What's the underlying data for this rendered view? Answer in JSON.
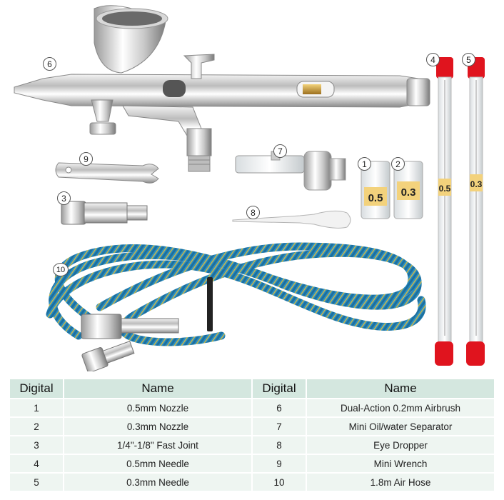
{
  "markers": [
    "1",
    "2",
    "3",
    "4",
    "5",
    "6",
    "7",
    "8",
    "9",
    "10"
  ],
  "tube_labels": {
    "needle_05": "0.5",
    "needle_03": "0.3",
    "nozzle_05": "0.5",
    "nozzle_03": "0.3"
  },
  "table": {
    "headers": [
      "Digital",
      "Name",
      "Digital",
      "Name"
    ],
    "rows": [
      [
        "1",
        "0.5mm Nozzle",
        "6",
        "Dual-Action 0.2mm Airbrush"
      ],
      [
        "2",
        "0.3mm Nozzle",
        "7",
        "Mini Oil/water Separator"
      ],
      [
        "3",
        "1/4\"-1/8\" Fast Joint",
        "8",
        "Eye Dropper"
      ],
      [
        "4",
        "0.5mm Needle",
        "9",
        "Mini Wrench"
      ],
      [
        "5",
        "0.3mm Needle",
        "10",
        "1.8m Air Hose"
      ]
    ]
  },
  "colors": {
    "header_bg": "#d4e7df",
    "row_bg": "#eef5f1",
    "hose": "#2a8fc4",
    "cap": "#e0141e"
  }
}
